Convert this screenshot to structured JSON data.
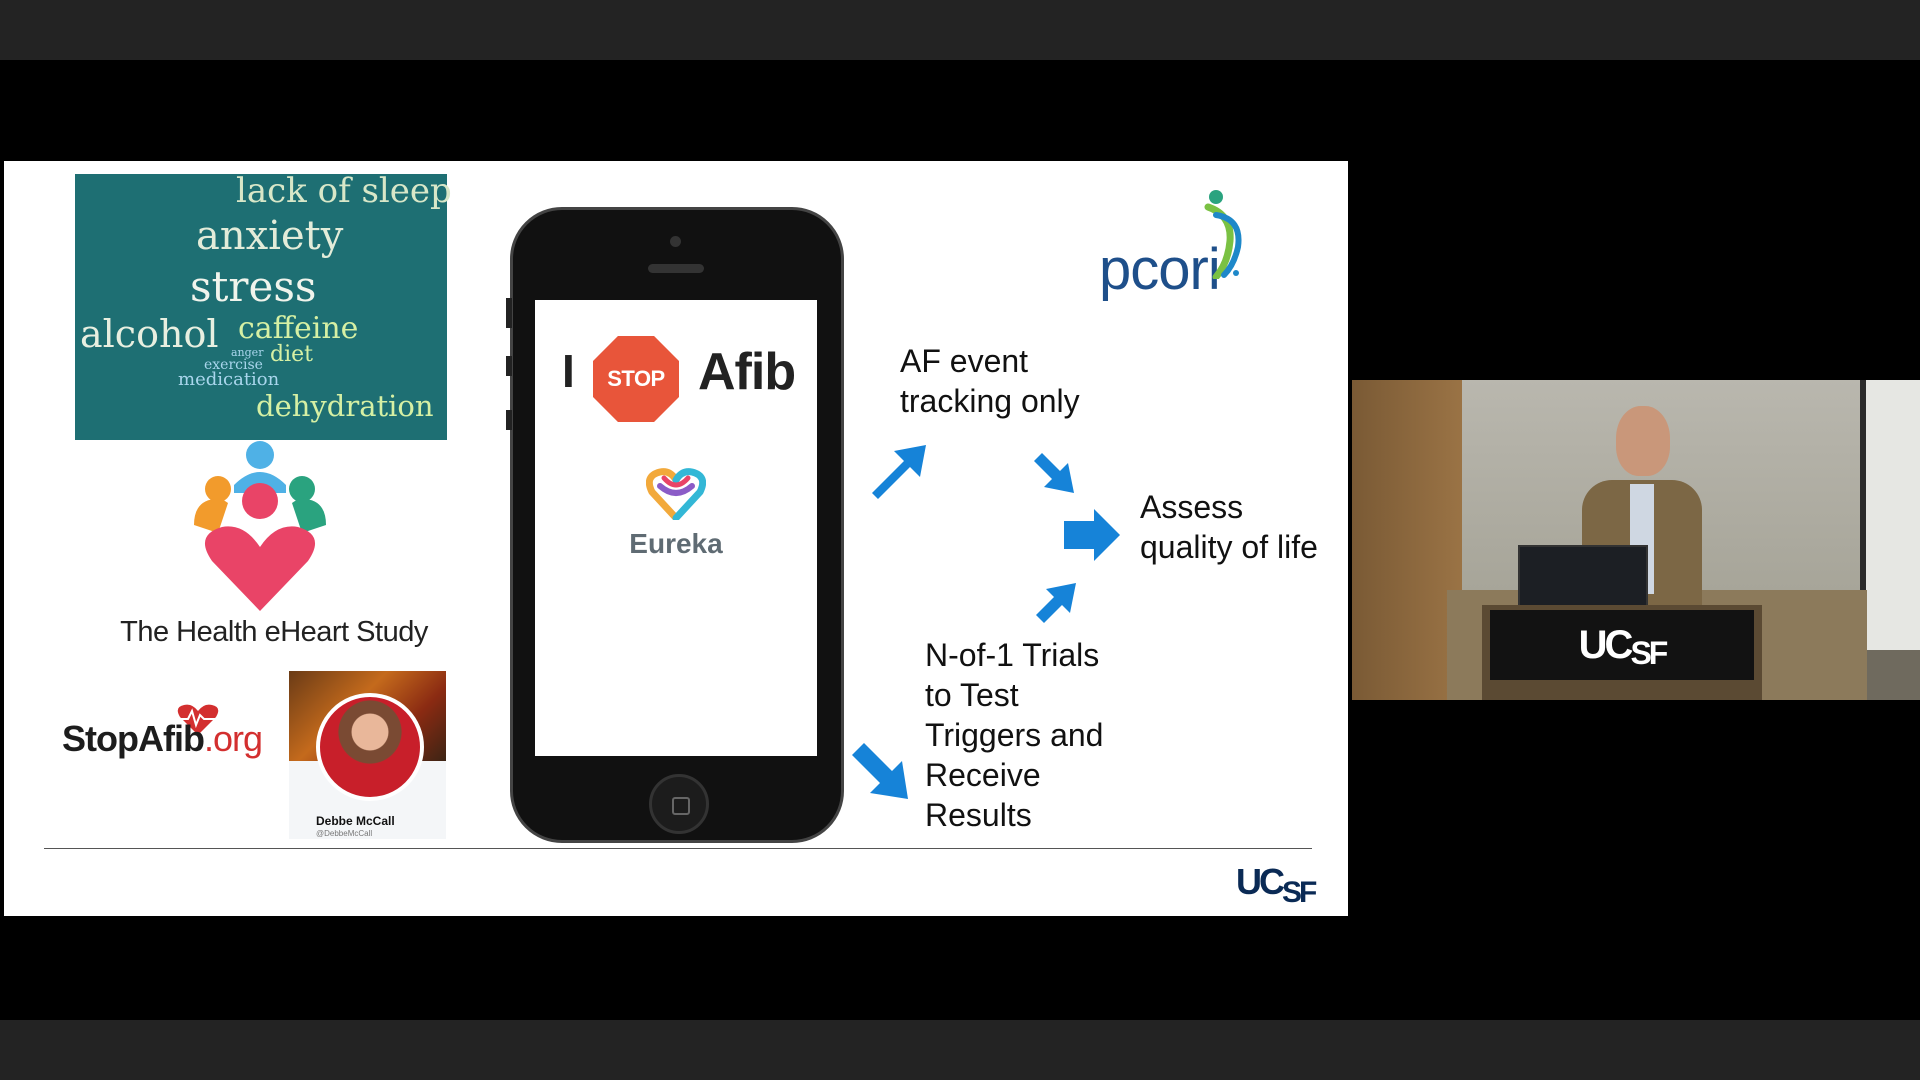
{
  "slide": {
    "word_cloud": {
      "words": {
        "sleep": "lack of sleep",
        "anxiety": "anxiety",
        "stress": "stress",
        "alcohol": "alcohol",
        "caffeine": "caffeine",
        "anger": "anger",
        "diet": "diet",
        "exercise": "exercise",
        "medication": "medication",
        "dehydration": "dehydration"
      }
    },
    "eheart": {
      "title": "The Health eHeart Study"
    },
    "stopafib": {
      "name": "StopAfib",
      "suffix": ".org"
    },
    "profile": {
      "name": "Debbe McCall",
      "handle": "@DebbeMcCall"
    },
    "app": {
      "prefix": "I",
      "stop": "STOP",
      "suffix": "Afib",
      "brand": "Eureka"
    },
    "flow": {
      "tracking": [
        "AF event",
        "tracking only"
      ],
      "trials": [
        "N-of-1 Trials",
        "to Test",
        "Triggers and",
        "Receive",
        "Results"
      ],
      "outcome": [
        "Assess",
        "quality of life"
      ]
    },
    "pcori": {
      "name": "pcori"
    },
    "footer": {
      "logo_uc": "UC",
      "logo_sf": "SF"
    }
  },
  "video": {
    "podium_uc": "UC",
    "podium_sf": "SF"
  },
  "colors": {
    "arrow": "#1683d8",
    "pcori": "#1e4f8a",
    "ucsf": "#0a2a55",
    "stop": "#e8553a"
  }
}
